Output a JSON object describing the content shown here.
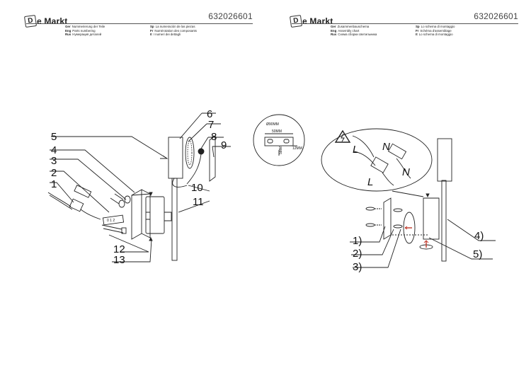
{
  "left_sheet": {
    "logo_mark": "D",
    "logo_text": "e Markt",
    "code": "632026601",
    "languages": [
      {
        "tag": "Ger",
        "text": "Nummerierung der Teile"
      },
      {
        "tag": "Sp",
        "text": "La numeración de las piezas"
      },
      {
        "tag": "Eng",
        "text": "Parts numbering"
      },
      {
        "tag": "Fr",
        "text": "Numérotation des composants"
      },
      {
        "tag": "Rus",
        "text": "Нумерация деталей"
      },
      {
        "tag": "It",
        "text": "I numeri dei dettagli"
      }
    ],
    "part_labels": [
      "1",
      "2",
      "3",
      "4",
      "5",
      "6",
      "7",
      "8",
      "9",
      "10",
      "11",
      "12",
      "13"
    ]
  },
  "right_sheet": {
    "logo_mark": "D",
    "logo_text": "e Markt",
    "code": "632026601",
    "languages": [
      {
        "tag": "Ger",
        "text": "Zusammenbauschema"
      },
      {
        "tag": "Sp",
        "text": "Lo schema di montaggio"
      },
      {
        "tag": "Eng",
        "text": "Assembly chart"
      },
      {
        "tag": "Fr",
        "text": "Schéma d'assemblage"
      },
      {
        "tag": "Rus",
        "text": "Схема сборки светильника"
      },
      {
        "tag": "It",
        "text": "Lo schema di montaggio"
      }
    ],
    "step_labels": [
      "1)",
      "2)",
      "3)",
      "4)",
      "5)"
    ],
    "wire_labels": [
      "L",
      "N",
      "L",
      "N"
    ]
  },
  "dimension_detail": {
    "diameter": "Ø90MM",
    "width": "50MM",
    "height": "5MM",
    "depth": "12MM"
  }
}
